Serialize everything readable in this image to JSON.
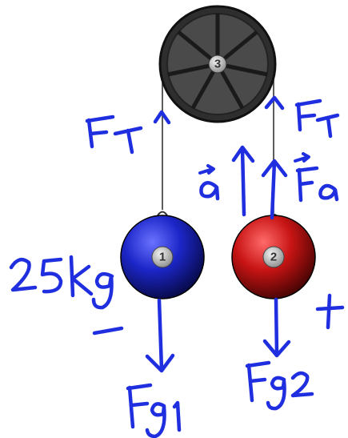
{
  "pulley": {
    "label": "3"
  },
  "masses": [
    {
      "label": "1",
      "color": "#1a22b8"
    },
    {
      "label": "2",
      "color": "#c01010"
    }
  ],
  "annotations": {
    "tension_left": "FT",
    "tension_right": "FT",
    "acceleration": "a",
    "applied_force": "Fa",
    "mass_value": "25kg",
    "sign_negative": "−",
    "sign_positive": "+",
    "gravity_1": "Fg1",
    "gravity_2": "Fg2"
  },
  "colors": {
    "ink": "#1f2fe0",
    "pulley": "#3a3a3a",
    "rope": "#333333"
  }
}
